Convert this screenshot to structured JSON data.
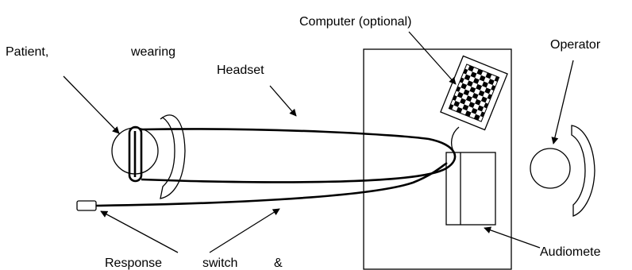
{
  "labels": {
    "patient_word": "Patient,",
    "wearing_word": "wearing",
    "headset": "Headset",
    "computer": "Computer (optional)",
    "operator": "Operator",
    "response_word": "Response",
    "switch_word": "switch",
    "ampersand": "&",
    "audiometer": "Audiomete"
  }
}
